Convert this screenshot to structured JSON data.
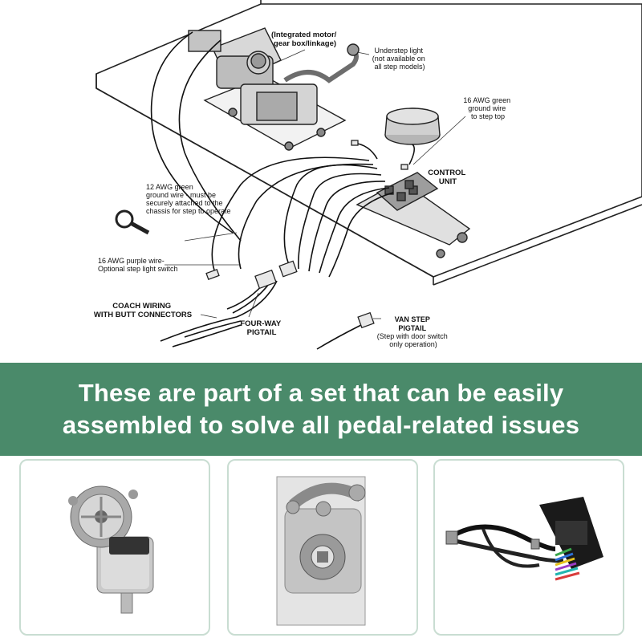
{
  "diagram": {
    "labels": {
      "motor": [
        "(Integrated motor/",
        "gear box/linkage)"
      ],
      "understep": [
        "Understep light",
        "(not available on",
        "all step models)"
      ],
      "ground16": [
        "16 AWG green",
        "ground wire",
        "to step top"
      ],
      "control": [
        "CONTROL",
        "UNIT"
      ],
      "ground12": [
        "12 AWG green",
        "ground wire - must be",
        "securely attached to the",
        "chassis for step to operate"
      ],
      "purple": [
        "16 AWG purple wire-",
        "Optional step light switch"
      ],
      "coach": [
        "COACH WIRING",
        "WITH BUTT CONNECTORS"
      ],
      "fourway": [
        "FOUR-WAY",
        "PIGTAIL"
      ],
      "vanstep": [
        "VAN STEP",
        "PIGTAIL",
        "(Step with door switch",
        "only operation)"
      ]
    }
  },
  "banner": {
    "line1": "These are part of a set that can be easily",
    "line2": "assembled to solve all pedal-related issues",
    "color": "#4a8a6a"
  },
  "products": [
    {
      "name": "motor",
      "icon": "gear-motor-photo"
    },
    {
      "name": "gearbox-linkage",
      "icon": "gearbox-linkage-photo"
    },
    {
      "name": "control-unit-harness",
      "icon": "wiring-harness-photo"
    }
  ]
}
